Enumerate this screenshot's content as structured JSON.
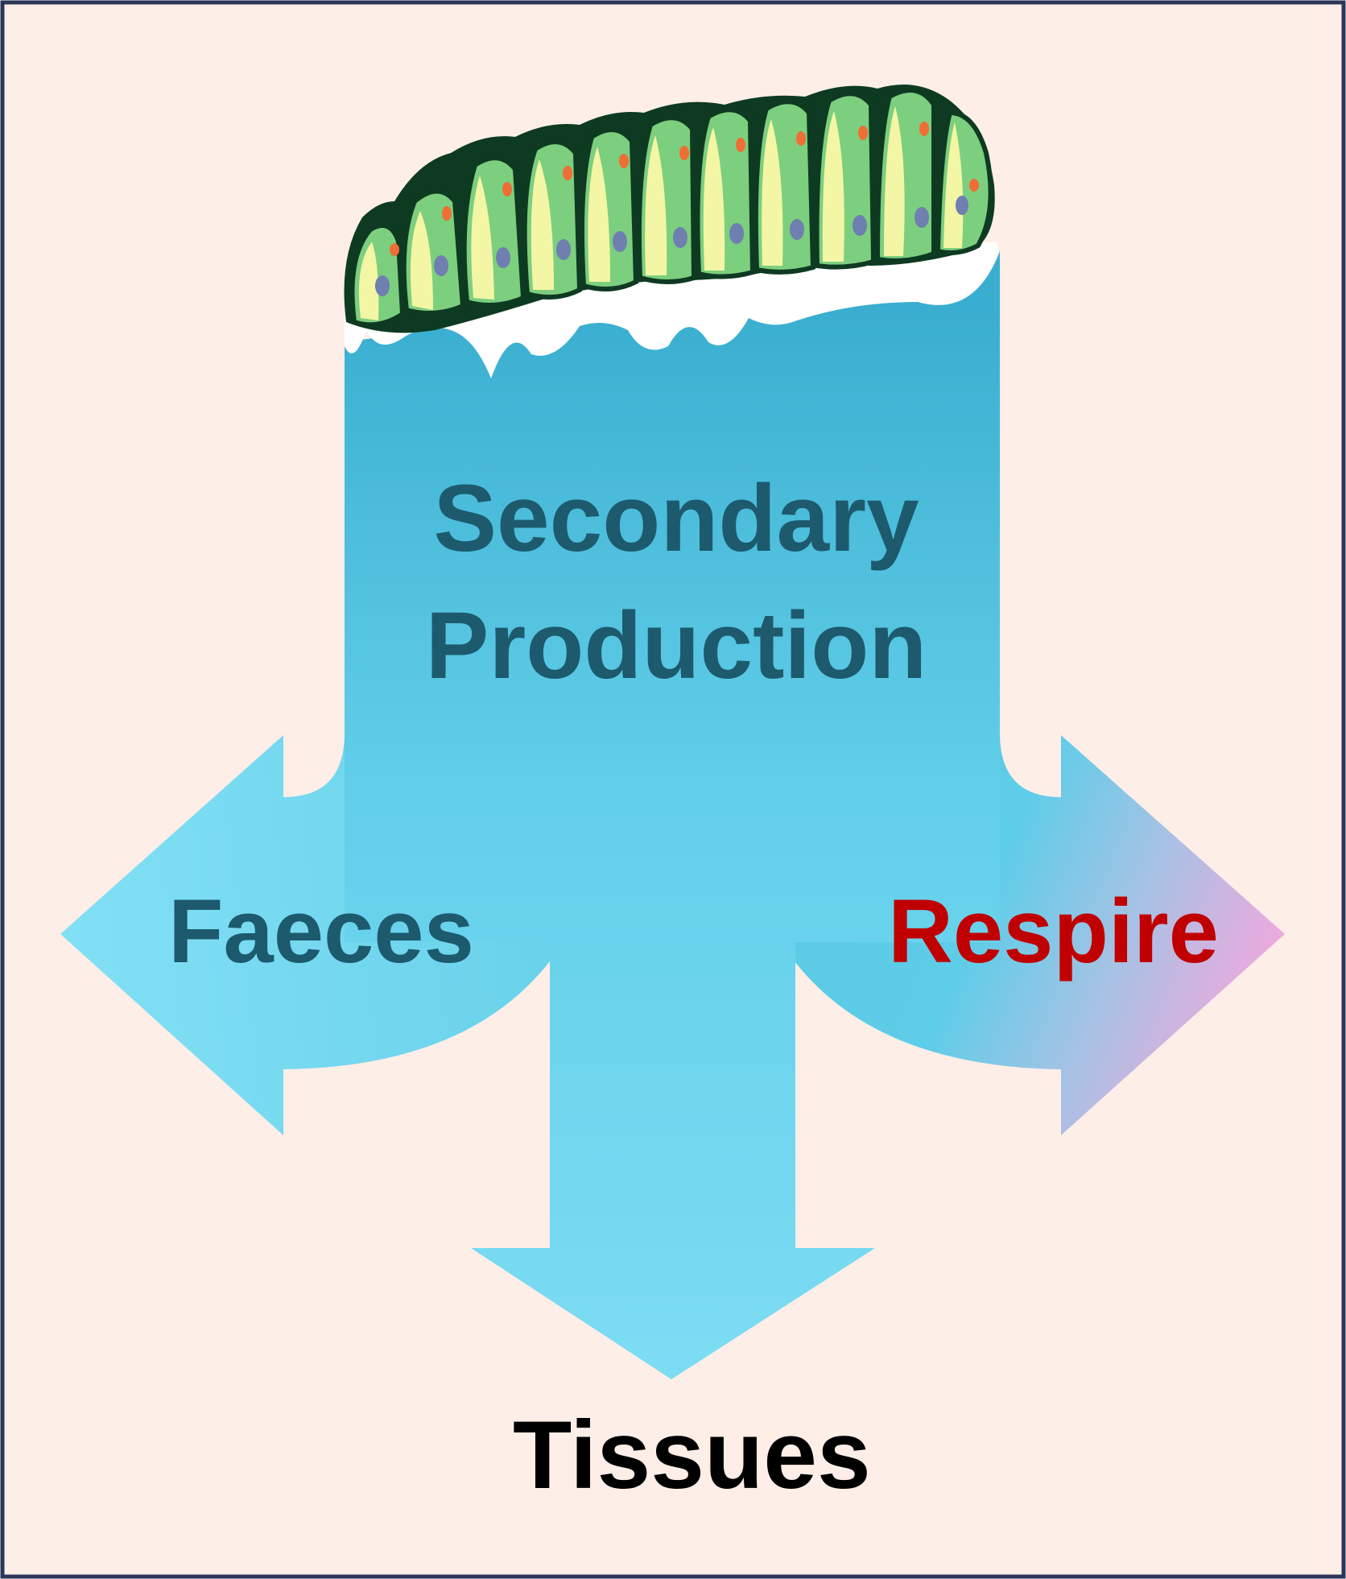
{
  "labels": {
    "secondary_line1": "Secondary",
    "secondary_line2": "Production",
    "faeces": "Faeces",
    "respire": "Respire",
    "tissues": "Tissues"
  },
  "icons": {
    "organism": "caterpillar-icon"
  },
  "colors": {
    "background": "#fdeee8",
    "frame": "#2b3557",
    "arrow_top": "#3aaed0",
    "arrow_light": "#7cdcf3",
    "respire_tip": "#f3a8de",
    "label_teal": "#1d5a6e",
    "label_red": "#c00000",
    "label_black": "#000000",
    "caterpillar_green": "#7ccf7e",
    "caterpillar_dark": "#0e3a22",
    "caterpillar_yellow": "#f3f6a4",
    "caterpillar_orange": "#ee6e35",
    "caterpillar_blue": "#6f7fb0"
  }
}
